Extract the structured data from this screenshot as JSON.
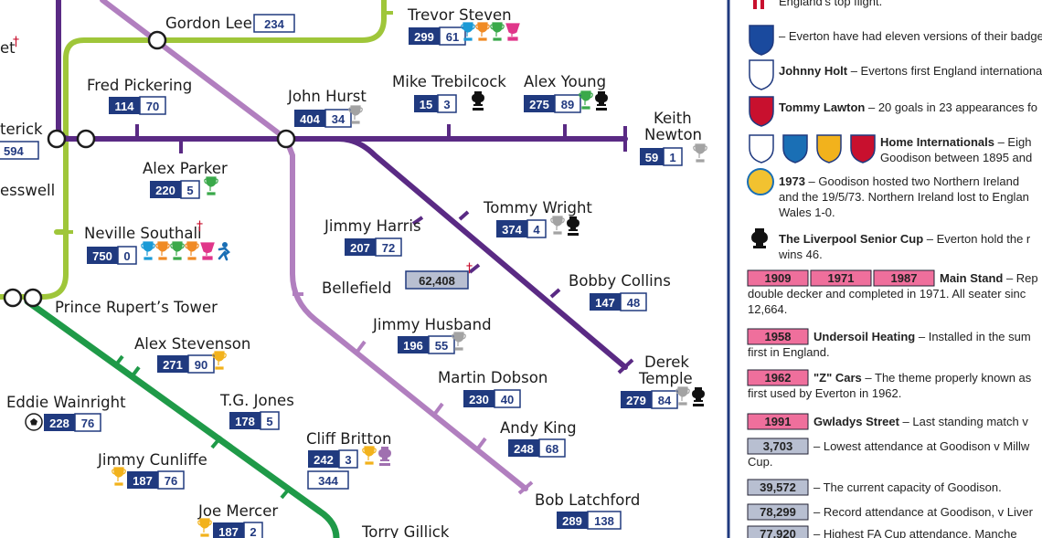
{
  "colors": {
    "navy": "#203a7f",
    "purple_line": "#5a2a84",
    "lilac_line": "#b17fbf",
    "lime_line": "#9fc63a",
    "green_line": "#1f9a48",
    "pink_box": "#ef6f9c",
    "grey_box": "#b8bfd1",
    "divider": "#203a7f"
  },
  "stations": [
    {
      "id": "gordon-lee",
      "name": "Gordon Lee",
      "box": [
        "234"
      ]
    },
    {
      "id": "trevor-steven",
      "name": "Trevor Steven",
      "box": [
        "299",
        "61"
      ],
      "icons": [
        "cup-blue",
        "cup-orange",
        "cup-green",
        "trophy-pink"
      ]
    },
    {
      "id": "fred-pickering",
      "name": "Fred Pickering",
      "box": [
        "114",
        "70"
      ]
    },
    {
      "id": "john-hurst",
      "name": "John Hurst",
      "box": [
        "404",
        "34"
      ],
      "icons": [
        "cup-grey"
      ]
    },
    {
      "id": "mike-trebilcock",
      "name": "Mike Trebilcock",
      "box": [
        "15",
        "3"
      ],
      "icons": [
        "fa-cup-black"
      ]
    },
    {
      "id": "alex-young",
      "name": "Alex Young",
      "box": [
        "275",
        "89"
      ],
      "icons": [
        "cup-green",
        "fa-cup-black"
      ]
    },
    {
      "id": "keith-newton",
      "name": "Keith Newton",
      "name_lines": [
        "Keith",
        "Newton"
      ],
      "box": [
        "59",
        "1"
      ],
      "icons": [
        "cup-grey"
      ]
    },
    {
      "id": "alex-parker",
      "name": "Alex Parker",
      "box": [
        "220",
        "5"
      ],
      "icons": [
        "cup-green"
      ]
    },
    {
      "id": "neville-southall",
      "name": "Neville Southall",
      "dagger": "†",
      "box": [
        "750",
        "0"
      ],
      "icons": [
        "cup-blue",
        "cup-orange",
        "cup-green",
        "cup-orange",
        "trophy-pink",
        "player-blue"
      ]
    },
    {
      "id": "jimmy-harris",
      "name": "Jimmy Harris",
      "box": [
        "207",
        "72"
      ]
    },
    {
      "id": "tommy-wright",
      "name": "Tommy Wright",
      "box": [
        "374",
        "4"
      ],
      "icons": [
        "cup-grey",
        "fa-cup-black"
      ]
    },
    {
      "id": "bellefield",
      "name": "Bellefield",
      "box": [
        "62,408"
      ],
      "dagger": "†"
    },
    {
      "id": "bobby-collins",
      "name": "Bobby Collins",
      "box": [
        "147",
        "48"
      ]
    },
    {
      "id": "jimmy-husband",
      "name": "Jimmy Husband",
      "box": [
        "196",
        "55"
      ],
      "icons": [
        "cup-grey"
      ]
    },
    {
      "id": "prince-ruperts-tower",
      "name": "Prince Rupert’s Tower"
    },
    {
      "id": "alex-stevenson",
      "name": "Alex Stevenson",
      "box": [
        "271",
        "90"
      ],
      "icons": [
        "cup-gold"
      ]
    },
    {
      "id": "derek-temple",
      "name": "Derek Temple",
      "name_lines": [
        "Derek",
        "Temple"
      ],
      "box": [
        "279",
        "84"
      ],
      "icons": [
        "cup-grey",
        "fa-cup-black"
      ]
    },
    {
      "id": "martin-dobson",
      "name": "Martin Dobson",
      "box": [
        "230",
        "40"
      ]
    },
    {
      "id": "eddie-wainright",
      "name": "Eddie Wainright",
      "box": [
        "228",
        "76"
      ],
      "icons": [
        "football"
      ]
    },
    {
      "id": "tg-jones",
      "name": "T.G. Jones",
      "box": [
        "178",
        "5"
      ]
    },
    {
      "id": "andy-king",
      "name": "Andy King",
      "box": [
        "248",
        "68"
      ]
    },
    {
      "id": "cliff-britton",
      "name": "Cliff Britton",
      "box": [
        "242",
        "3"
      ],
      "box2": [
        "344"
      ],
      "icons": [
        "cup-gold",
        "fa-cup-purple"
      ]
    },
    {
      "id": "jimmy-cunliffe",
      "name": "Jimmy Cunliffe",
      "box": [
        "187",
        "76"
      ],
      "icons": [
        "cup-gold"
      ]
    },
    {
      "id": "bob-latchford",
      "name": "Bob Latchford",
      "box": [
        "289",
        "138"
      ]
    },
    {
      "id": "joe-mercer",
      "name": "Joe Mercer",
      "box": [
        "187",
        "2"
      ],
      "icons": [
        "cup-gold"
      ]
    },
    {
      "id": "torry-gillick",
      "name": "Torry Gillick"
    }
  ],
  "edge_fragments": [
    {
      "text": "et",
      "dagger": "†"
    },
    {
      "text": "terick",
      "box": [
        "594"
      ]
    },
    {
      "text": "esswell"
    }
  ],
  "legend": [
    {
      "icon": "first-division",
      "text": "England’s top flight."
    },
    {
      "icon": "everton-crest",
      "text": "– Everton have had eleven versions of their badge"
    },
    {
      "icon": "england-shield",
      "bold": "Johnny Holt",
      "text": "– Evertons first England internationa"
    },
    {
      "icon": "england-shield-red",
      "bold": "Tommy Lawton",
      "text": "– 20 goals in 23 appearances fo"
    },
    {
      "icon": "home-nations",
      "bold": "Home Internationals",
      "text": "– Eigh",
      "text2": "Goodison between 1895 and"
    },
    {
      "icon": "ni-badge",
      "bold": "1973",
      "text": "– Goodison hosted two Northern Ireland",
      "text2": "and the 19/5/73. Northern Ireland lost to Englan",
      "text3": "Wales 1-0."
    },
    {
      "icon": "liverpool-senior-cup",
      "bold": "The Liverpool Senior Cup",
      "text": "– Everton hold the r",
      "text2": "wins 46."
    },
    {
      "dates": [
        "1909",
        "1971",
        "1987"
      ],
      "style": "pink",
      "bold": "Main Stand",
      "text": "– Rep",
      "text2": "double decker and completed in 1971. All seater sinc",
      "text3": "12,664."
    },
    {
      "dates": [
        "1958"
      ],
      "style": "pink",
      "bold": "Undersoil Heating",
      "text": "– Installed in the sum",
      "text2": "first in England."
    },
    {
      "dates": [
        "1962"
      ],
      "style": "pink",
      "bold": "\"Z\" Cars",
      "text": "– The theme properly known as",
      "text2": "first used by Everton in 1962."
    },
    {
      "dates": [
        "1991"
      ],
      "style": "pink",
      "bold": "Gwladys Street",
      "text": "– Last standing match v"
    },
    {
      "dates": [
        "3,703"
      ],
      "style": "grey",
      "text": "– Lowest attendance at Goodison v Millw",
      "text2": "Cup."
    },
    {
      "dates": [
        "39,572"
      ],
      "style": "grey",
      "text": "– The current capacity of Goodison."
    },
    {
      "dates": [
        "78,299"
      ],
      "style": "grey",
      "text": "– Record attendance at Goodison, v Liver"
    },
    {
      "dates": [
        "77,920"
      ],
      "style": "grey",
      "text": "– Highest FA Cup attendance, Manche"
    }
  ]
}
